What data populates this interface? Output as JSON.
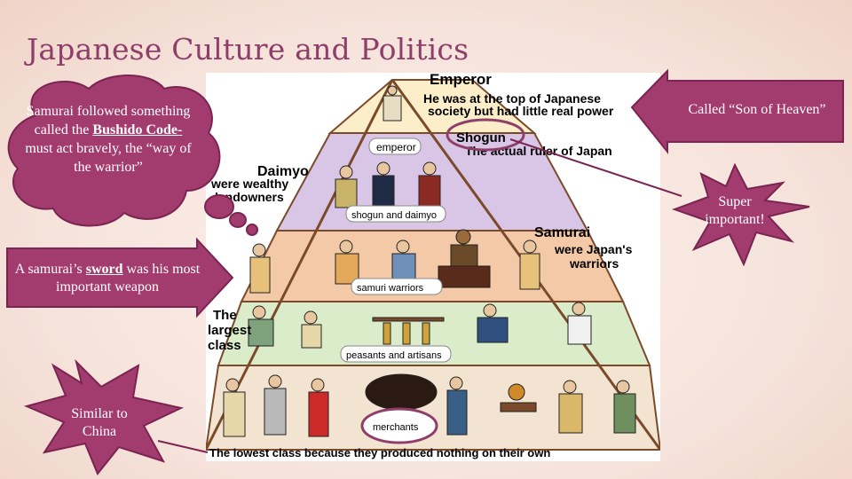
{
  "slide": {
    "title": "Japanese Culture and Politics"
  },
  "callouts": {
    "bushido_cloud": {
      "line1": "Samurai followed something called the ",
      "emphasis": "Bushido Code-",
      "line2": " must act bravely, the “way of the warrior”"
    },
    "sword_arrow": {
      "before": "A samurai’s ",
      "emphasis": "sword",
      "after": " was his most important weapon"
    },
    "china_star": "Similar to China",
    "emperor_arrow": "Called “Son of Heaven”",
    "shogun_star": "Super important!"
  },
  "pyramid": {
    "emperor_heading": "Emperor",
    "emperor_desc_1": "He was at the top of Japanese",
    "emperor_desc_2": "society but had little real power",
    "emperor_tag": "emperor",
    "shogun_heading": "Shogun",
    "shogun_desc": "The actual ruler of Japan",
    "daimyo_heading": "Daimyo",
    "daimyo_desc_1": "were wealthy",
    "daimyo_desc_2": "landowners",
    "daimyo_tag": "shogun and daimyo",
    "samurai_heading": "Samurai",
    "samurai_desc_1": "were Japan's",
    "samurai_desc_2": "warriors",
    "samurai_tag": "samuri warriors",
    "largest_1": "The",
    "largest_2": "largest",
    "largest_3": "class",
    "peasants_tag": "peasants and artisans",
    "merchants_tag": "merchants",
    "bottom_caption": "The lowest class because they produced nothing on their own"
  },
  "colors": {
    "accent": "#a33c6e",
    "shape_border": "#7a2451"
  }
}
